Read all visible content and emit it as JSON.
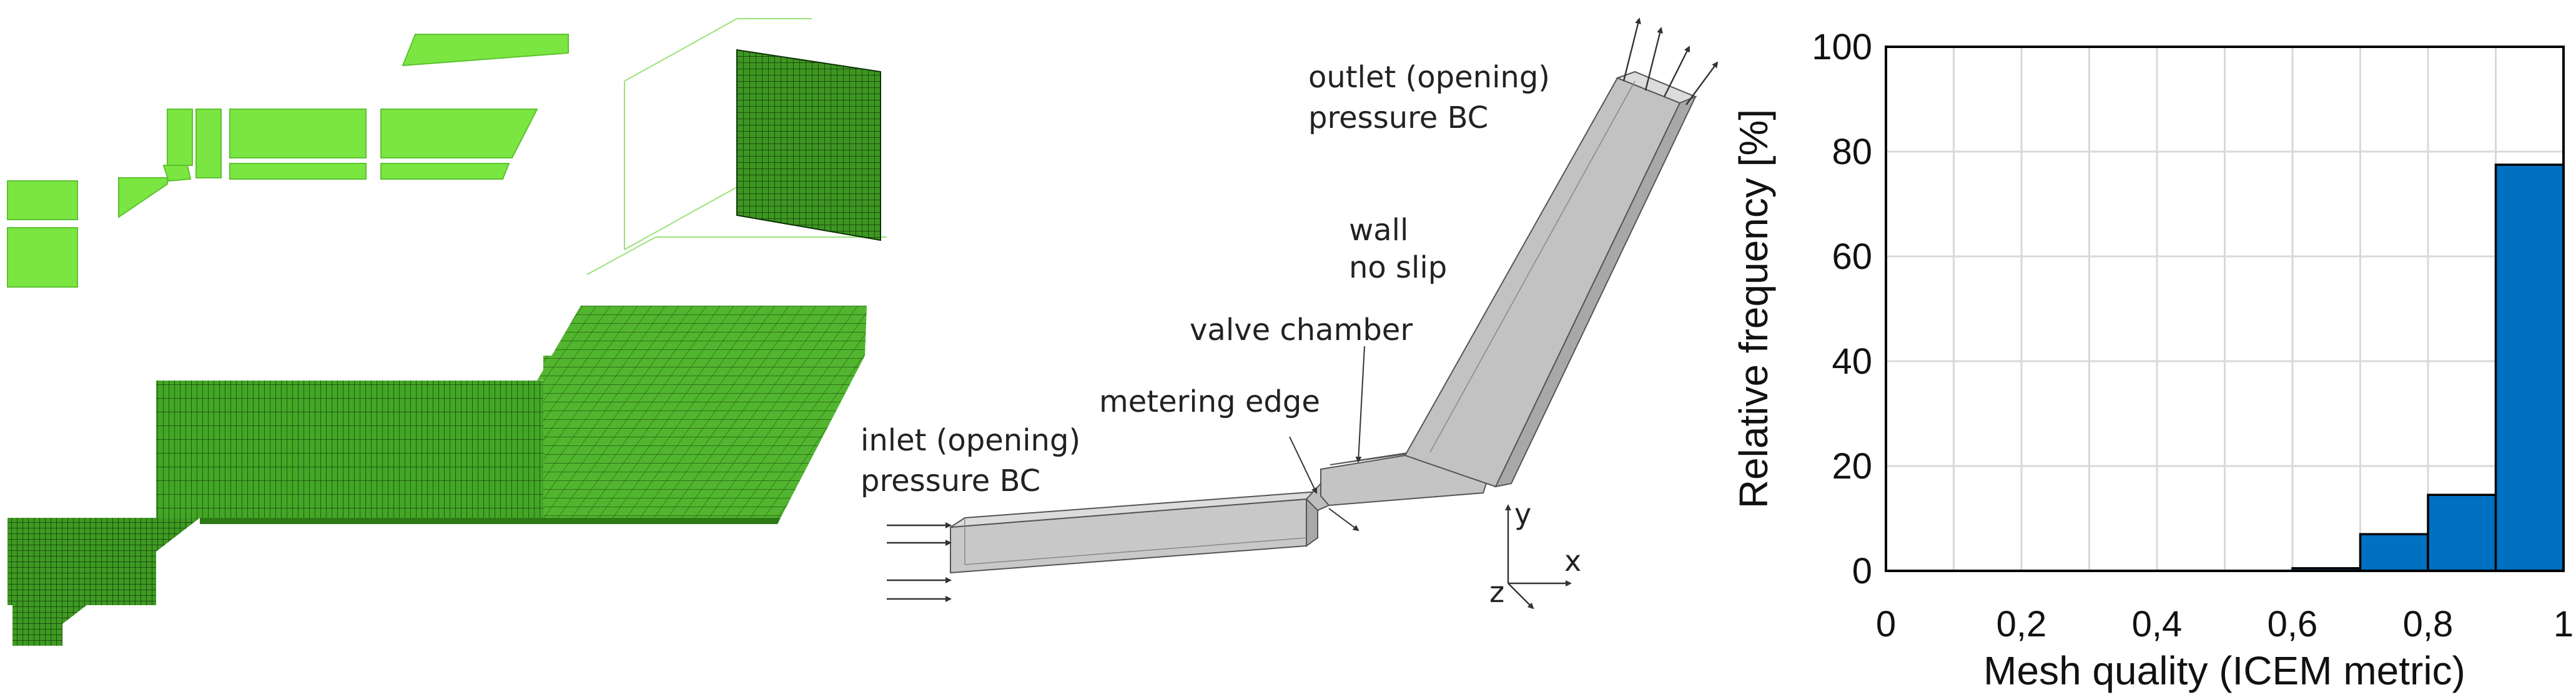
{
  "colors": {
    "mesh_green": "#7BE642",
    "mesh_dark": "#1F5A12",
    "grey_solid": "#BEBEBE",
    "bar_blue": "#0070C0",
    "grid_grey": "#D9D9D9"
  },
  "domain_labels": {
    "outlet_line1": "outlet (opening)",
    "outlet_line2": "pressure BC",
    "wall_line1": "wall",
    "wall_line2": "no slip",
    "valve_chamber": "valve chamber",
    "metering_edge": "metering edge",
    "inlet_line1": "inlet (opening)",
    "inlet_line2": "pressure BC"
  },
  "axes_triad": {
    "y": "y",
    "x": "x",
    "z": "z"
  },
  "chart_data": {
    "type": "bar",
    "xlabel": "Mesh quality (ICEM metric)",
    "ylabel": "Relative frequency  [%]",
    "xlim": [
      0,
      1
    ],
    "ylim": [
      0,
      100
    ],
    "x_ticks": [
      "0",
      "0,2",
      "0,4",
      "0,6",
      "0,8",
      "1"
    ],
    "y_ticks": [
      "0",
      "20",
      "40",
      "60",
      "80",
      "100"
    ],
    "grid": true,
    "bins": [
      {
        "from": 0.6,
        "to": 0.7,
        "value": 0.5
      },
      {
        "from": 0.7,
        "to": 0.8,
        "value": 7
      },
      {
        "from": 0.8,
        "to": 0.9,
        "value": 14.5
      },
      {
        "from": 0.9,
        "to": 1.0,
        "value": 77.5
      }
    ]
  }
}
